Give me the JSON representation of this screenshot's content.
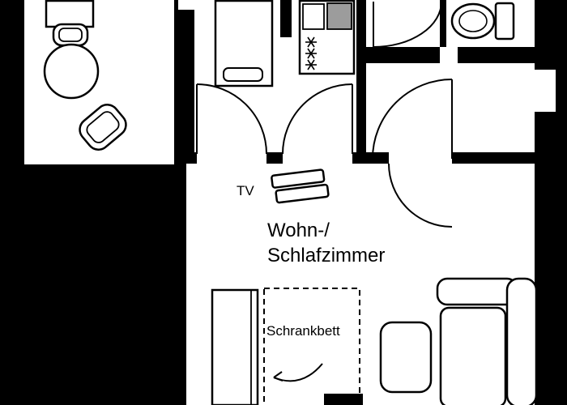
{
  "labels": {
    "tv": "TV",
    "room_name_line1": "Wohn-/",
    "room_name_line2": "Schlafzimmer",
    "wall_bed": "Schrankbett"
  },
  "colors": {
    "background": "#000000",
    "floor": "#ffffff",
    "line": "#000000",
    "appliance_gray": "#9c9c9c"
  }
}
